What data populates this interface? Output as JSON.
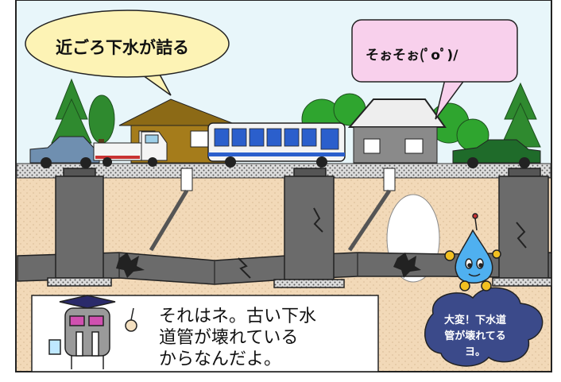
{
  "scene": {
    "title": "",
    "speech_left": "近ごろ下水が詰る",
    "speech_right": "そぉそぉ(ﾟoﾟ)/",
    "mentor_lines": [
      "それはネ。古い下水",
      "道管が壊れている",
      "からなんだよ。"
    ],
    "drop_lines": [
      "大変！下水道",
      "管が壊れてる",
      "ヨ。"
    ]
  },
  "colors": {
    "sky": "#e8f6fa",
    "soil": "#f2d9b8",
    "pipe": "#6b6b6b",
    "bubble_yellow": "#fdf3b5",
    "bubble_pink": "#f8d0ec",
    "cloud_dark": "#3b4a8a",
    "bus_blue": "#2b5fcc",
    "tree_green": "#2f8a2f"
  },
  "icons": [
    "tree-icon",
    "house-icon",
    "bus-icon",
    "truck-icon",
    "car-icon",
    "water-drop-character",
    "mentor-character"
  ]
}
